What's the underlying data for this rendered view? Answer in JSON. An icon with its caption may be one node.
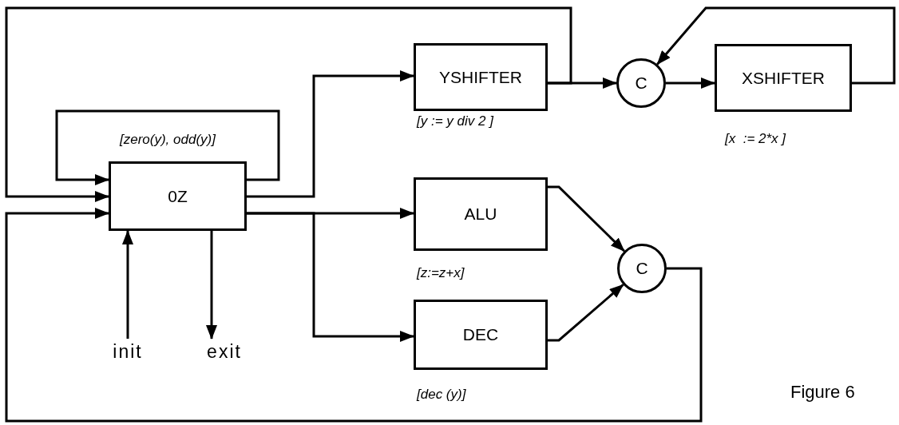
{
  "diagram": {
    "nodes": [
      {
        "text": [
          "0Z"
        ],
        "beside": [
          "[zero(y), odd(y)]"
        ]
      },
      {
        "text": [
          "YSHIFTER"
        ],
        "beside": [
          "[y := y div 2 ]"
        ]
      },
      {
        "text": [
          "C"
        ]
      },
      {
        "text": [
          "XSHIFTER"
        ],
        "beside": [
          "[x  := 2*x ]"
        ]
      },
      {
        "text": [
          "ALU"
        ],
        "beside": [
          "[z:=z+x]"
        ]
      },
      {
        "text": [
          "C"
        ]
      },
      {
        "text": [
          "DEC"
        ],
        "beside": [
          "[dec (y)]"
        ]
      },
      {
        "text": [
          "init"
        ]
      },
      {
        "text": [
          "exit"
        ]
      }
    ],
    "edges": [
      {
        "from": 0,
        "to": 0,
        "arrow": "to"
      },
      {
        "from": 0,
        "to": 1,
        "arrow": "to"
      },
      {
        "from": 0,
        "to": 4,
        "arrow": "to"
      },
      {
        "from": 0,
        "to": 6,
        "arrow": "to"
      },
      {
        "from": 1,
        "to": 2,
        "arrow": "to"
      },
      {
        "from": 1,
        "to": 0,
        "arrow": "to"
      },
      {
        "from": 2,
        "to": 3,
        "arrow": "to"
      },
      {
        "from": 3,
        "to": 2,
        "arrow": "to"
      },
      {
        "from": 4,
        "to": 5,
        "arrow": "to"
      },
      {
        "from": 6,
        "to": 5,
        "arrow": "to"
      },
      {
        "from": 5,
        "to": 0,
        "arrow": "to"
      },
      {
        "from": 7,
        "to": 0,
        "arrow": "to"
      },
      {
        "from": 0,
        "to": 8,
        "arrow": "to"
      }
    ],
    "labels": [
      "Figure 6"
    ]
  }
}
